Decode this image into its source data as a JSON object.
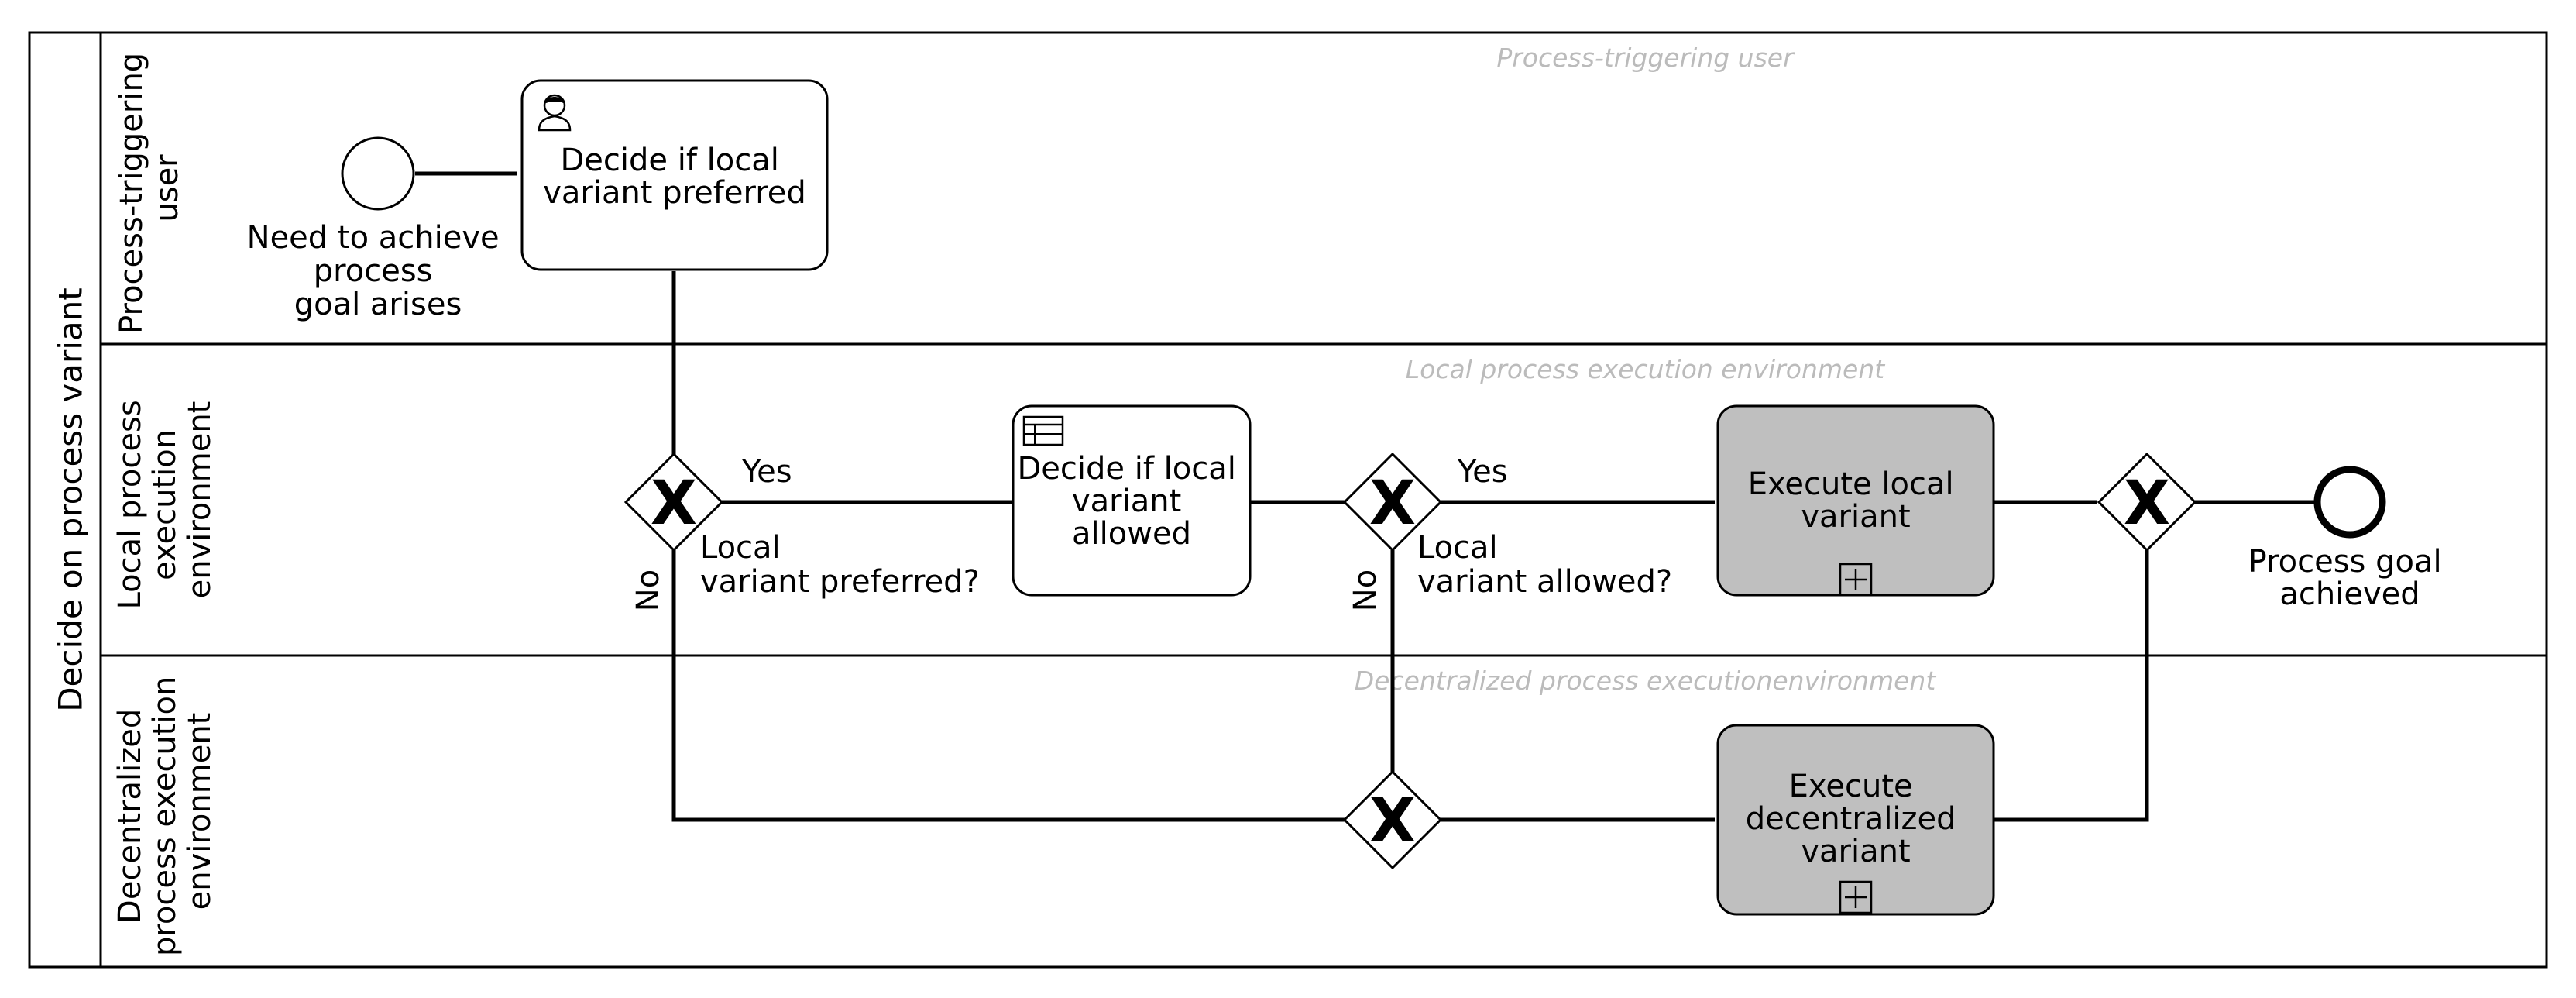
{
  "pool": {
    "label": "Decide on process variant"
  },
  "lanes": [
    {
      "label": [
        "Process-triggering",
        "user"
      ],
      "watermark": "Process-triggering user"
    },
    {
      "label": [
        "Local process",
        "execution",
        "environment"
      ],
      "watermark": "Local process execution environment"
    },
    {
      "label": [
        "Decentralized",
        "process execution",
        "environment"
      ],
      "watermark": "Decentralized process executionenvironment"
    }
  ],
  "events": {
    "start": {
      "label": [
        "Need to achieve",
        "process",
        "goal arises"
      ]
    },
    "end": {
      "label": [
        "Process goal",
        "achieved"
      ]
    }
  },
  "tasks": {
    "decide_preferred": {
      "type": "user-task",
      "label": [
        "Decide if local",
        "variant preferred"
      ]
    },
    "decide_allowed": {
      "type": "business-rule-task",
      "label": [
        "Decide if local",
        "variant",
        "allowed"
      ]
    },
    "execute_local": {
      "type": "subprocess",
      "label": [
        "Execute local",
        "variant"
      ]
    },
    "execute_decentral": {
      "type": "subprocess",
      "label": [
        "Execute",
        "decentralized",
        "variant"
      ]
    }
  },
  "gateways": {
    "preferred": {
      "marker": "X",
      "label": [
        "Local",
        "variant preferred?"
      ]
    },
    "allowed": {
      "marker": "X",
      "label": [
        "Local",
        "variant allowed?"
      ]
    },
    "merge_decentral": {
      "marker": "X"
    },
    "merge_end": {
      "marker": "X"
    }
  },
  "flows": {
    "preferred_yes": "Yes",
    "preferred_no": "No",
    "allowed_yes": "Yes",
    "allowed_no": "No"
  },
  "colors": {
    "subprocess_fill": "#bfbfbf",
    "watermark": "#bbbbbb",
    "stroke": "#000000"
  }
}
